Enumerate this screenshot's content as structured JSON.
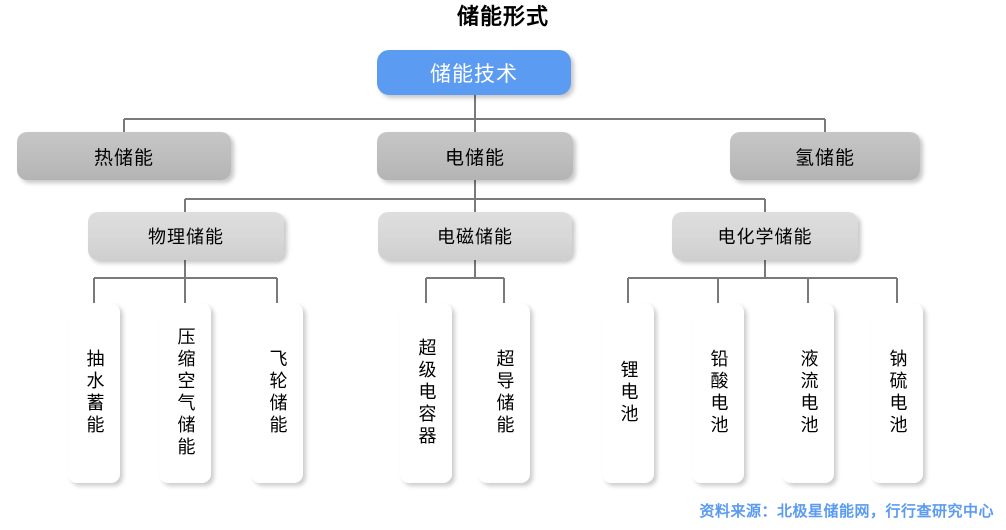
{
  "title": "储能形式",
  "source_note": "资料来源：北极星储能网，行行查研究中心",
  "colors": {
    "root_fill": "#5B9BF2",
    "level2_fill": "#BDBDBD",
    "level3_fill": "#D7D7D7",
    "leaf_fill": "#FFFFFF",
    "connector": "#7A7A7A",
    "title_text": "#000000",
    "source_text": "#5B9BF2"
  },
  "chart_data": {
    "type": "tree",
    "root": {
      "label": "储能技术",
      "children": [
        {
          "label": "热储能",
          "children": []
        },
        {
          "label": "电储能",
          "children": [
            {
              "label": "物理储能",
              "children": [
                {
                  "label": "抽水蓄能"
                },
                {
                  "label": "压缩空气储能"
                },
                {
                  "label": "飞轮储能"
                }
              ]
            },
            {
              "label": "电磁储能",
              "children": [
                {
                  "label": "超级电容器"
                },
                {
                  "label": "超导储能"
                }
              ]
            },
            {
              "label": "电化学储能",
              "children": [
                {
                  "label": "锂电池"
                },
                {
                  "label": "铅酸电池"
                },
                {
                  "label": "液流电池"
                },
                {
                  "label": "钠硫电池"
                }
              ]
            }
          ]
        },
        {
          "label": "氢储能",
          "children": []
        }
      ]
    }
  },
  "nodes": {
    "root": "储能技术",
    "level2": {
      "thermal": "热储能",
      "electric": "电储能",
      "hydrogen": "氢储能"
    },
    "level3": {
      "physical": "物理储能",
      "electromagnetic": "电磁储能",
      "electrochemical": "电化学储能"
    },
    "leaves": {
      "pumped_hydro": "抽水蓄能",
      "compressed_air": "压缩空气储能",
      "flywheel": "飞轮储能",
      "supercapacitor": "超级电容器",
      "superconducting": "超导储能",
      "lithium_battery": "锂电池",
      "lead_acid_battery": "铅酸电池",
      "flow_battery": "液流电池",
      "sodium_sulfur_battery": "钠硫电池"
    }
  }
}
